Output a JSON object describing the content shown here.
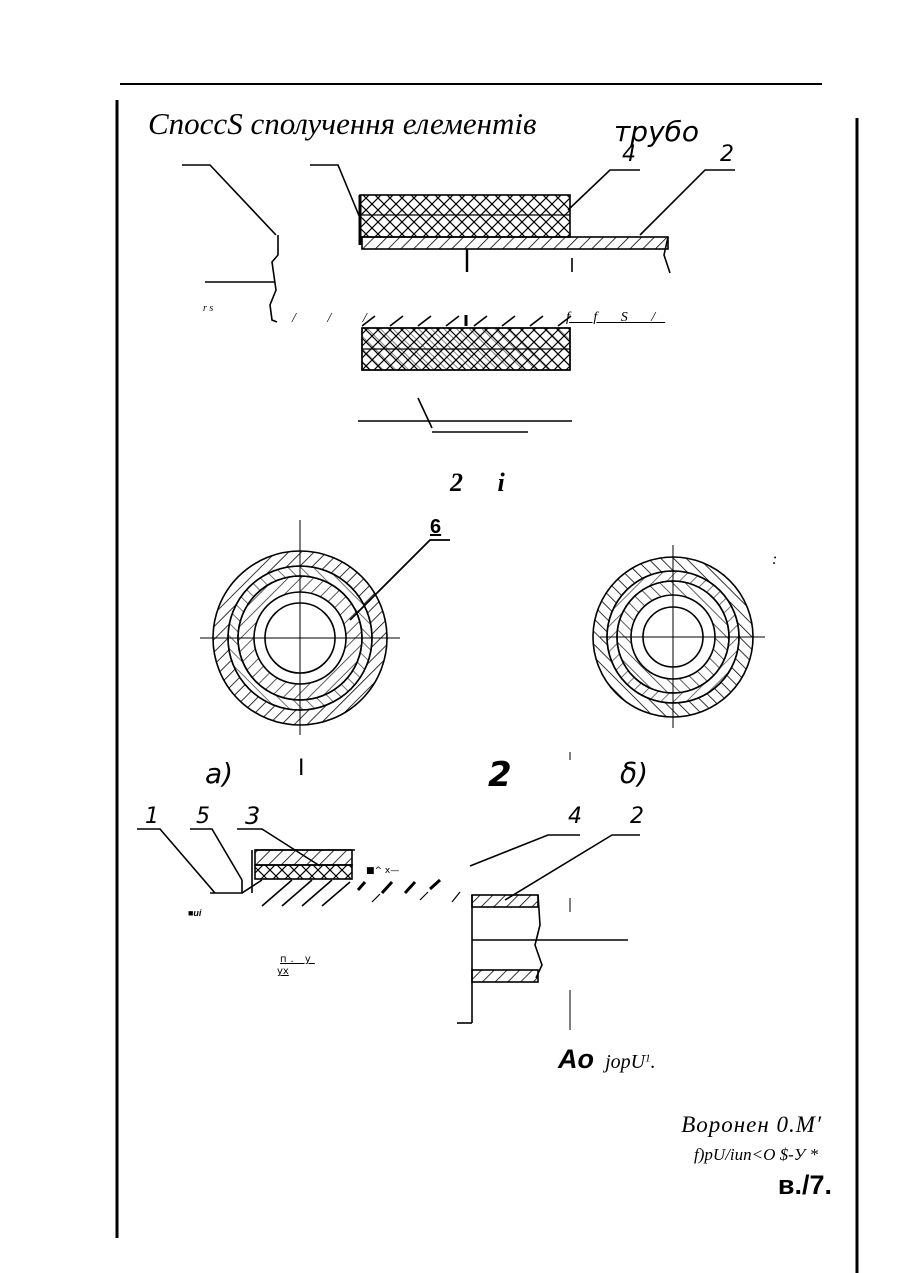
{
  "title": "СпоccS сполучення елементів",
  "title_tail": "трубо",
  "fig_top": {
    "callout_4": "4",
    "callout_2": "2",
    "noise_left": "r s",
    "noise_slashes": "/ / /",
    "noise_right": "f f S /"
  },
  "fig_circles": {
    "caption": "2 i",
    "callout_6": "6",
    "right_mark": ":"
  },
  "fig_bottom": {
    "label_a": "a)",
    "label_a_mark": "I",
    "label_center": "2",
    "label_b": "δ)",
    "callout_1": "1",
    "callout_5": "5",
    "callout_3": "3",
    "callout_4": "4",
    "callout_2": "2",
    "noise_arrow": "■^ x—",
    "noise_ui": "■ui",
    "noise_pu": "п. у",
    "noise_yx": "ух"
  },
  "caption": {
    "bold": "Ao",
    "italic": "jopU",
    "sup": "1",
    "dot": "."
  },
  "author_line1": "Воронен 0.M′",
  "author_line2": "f)pU/iun<O $-У *",
  "page_number": "в./7."
}
